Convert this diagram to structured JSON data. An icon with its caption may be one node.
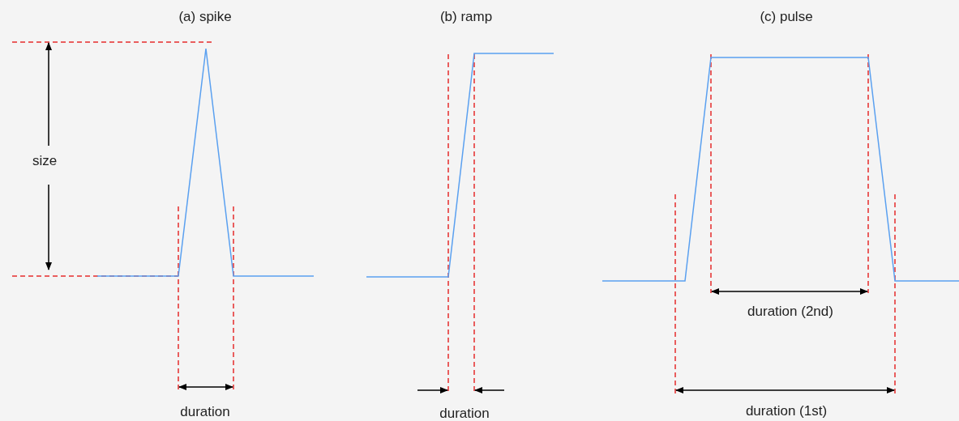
{
  "diagram": {
    "labels": [
      "(a) spike",
      "(b) ramp",
      "(c) pulse",
      "size",
      "duration (2nd)",
      "duration",
      "duration",
      "duration (1st)"
    ]
  }
}
